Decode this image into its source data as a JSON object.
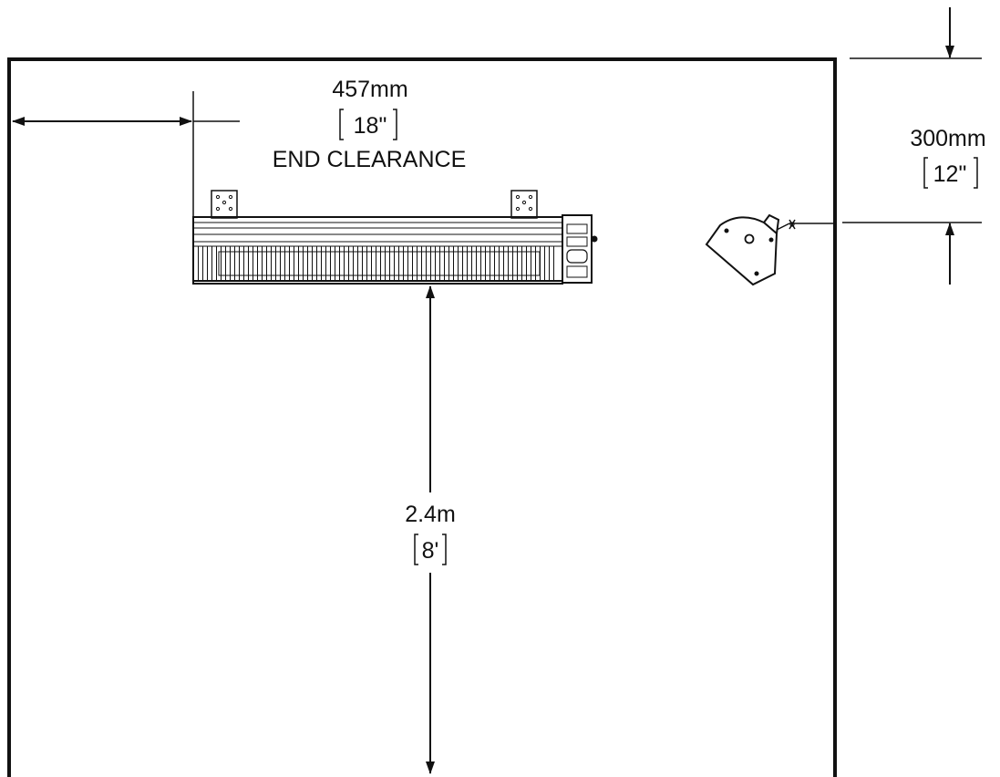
{
  "dimensions": {
    "end_clearance": {
      "metric": "457mm",
      "imperial": "18\"",
      "caption": "END CLEARANCE"
    },
    "ceiling_clearance": {
      "metric": "300mm",
      "imperial": "12\""
    },
    "mounting_height": {
      "metric": "2.4m",
      "imperial": "8'"
    }
  },
  "colors": {
    "line": "#111111",
    "background": "#ffffff"
  },
  "icons": [
    "heater-front-view",
    "heater-side-view",
    "mounting-bracket",
    "dimension-arrow"
  ]
}
